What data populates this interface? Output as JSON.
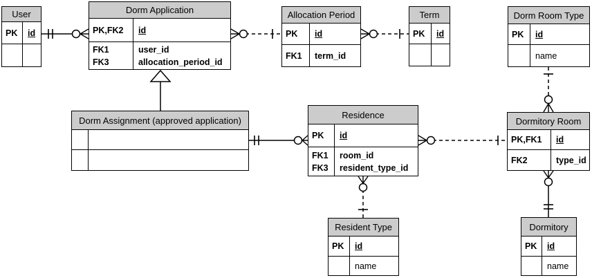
{
  "diagram": {
    "type": "entity-relationship-diagram",
    "notation": "crow's foot",
    "background_color": "#ffffff",
    "entity_header_color": "#cccccc",
    "line_color": "#000000"
  },
  "entities": [
    {
      "name": "User",
      "rows": [
        {
          "key": "PK",
          "field": "id"
        },
        {
          "key": "",
          "field": ""
        }
      ]
    },
    {
      "name": "Dorm Application",
      "rows": [
        {
          "key": "PK,FK2",
          "field": "id"
        },
        {
          "key": "FK1\nFK3",
          "field": "user_id\nallocation_period_id"
        }
      ]
    },
    {
      "name": "Allocation Period",
      "rows": [
        {
          "key": "PK",
          "field": "id"
        },
        {
          "key": "FK1",
          "field": "term_id"
        }
      ]
    },
    {
      "name": "Term",
      "rows": [
        {
          "key": "PK",
          "field": "id"
        },
        {
          "key": "",
          "field": ""
        }
      ]
    },
    {
      "name": "Dorm Room Type",
      "rows": [
        {
          "key": "PK",
          "field": "id"
        },
        {
          "key": "",
          "field": "name"
        }
      ]
    },
    {
      "name": "Dorm Assignment (approved application)",
      "rows": [
        {
          "key": "",
          "field": ""
        },
        {
          "key": "",
          "field": ""
        }
      ]
    },
    {
      "name": "Residence",
      "rows": [
        {
          "key": "PK",
          "field": "id"
        },
        {
          "key": "FK1\nFK3",
          "field": "room_id\nresident_type_id"
        }
      ]
    },
    {
      "name": "Dormitory Room",
      "rows": [
        {
          "key": "PK,FK1",
          "field": "id"
        },
        {
          "key": "FK2",
          "field": "type_id"
        }
      ]
    },
    {
      "name": "Resident Type",
      "rows": [
        {
          "key": "PK",
          "field": "id"
        },
        {
          "key": "",
          "field": "name"
        }
      ]
    },
    {
      "name": "Dormitory",
      "rows": [
        {
          "key": "PK",
          "field": "id"
        },
        {
          "key": "",
          "field": "name"
        }
      ]
    }
  ],
  "relationships": [
    {
      "from": "User",
      "to": "Dorm Application",
      "from_cardinality": "one-and-only-one",
      "to_cardinality": "zero-or-many",
      "line_style": "solid"
    },
    {
      "from": "Allocation Period",
      "to": "Dorm Application",
      "from_cardinality": "one",
      "to_cardinality": "zero-or-many",
      "line_style": "dashed"
    },
    {
      "from": "Term",
      "to": "Allocation Period",
      "from_cardinality": "one",
      "to_cardinality": "zero-or-many",
      "line_style": "dashed"
    },
    {
      "from": "Dorm Room Type",
      "to": "Dormitory Room",
      "from_cardinality": "one",
      "to_cardinality": "zero-or-many",
      "line_style": "dashed"
    },
    {
      "from": "Dorm Assignment (approved application)",
      "to": "Residence",
      "from_cardinality": "one-and-only-one",
      "to_cardinality": "zero-or-many",
      "line_style": "solid"
    },
    {
      "from": "Dormitory Room",
      "to": "Residence",
      "from_cardinality": "one",
      "to_cardinality": "zero-or-many",
      "line_style": "dashed"
    },
    {
      "from": "Resident Type",
      "to": "Residence",
      "from_cardinality": "one",
      "to_cardinality": "zero-or-many",
      "line_style": "dashed"
    },
    {
      "from": "Dormitory",
      "to": "Dormitory Room",
      "from_cardinality": "one-and-only-one",
      "to_cardinality": "zero-or-many",
      "line_style": "solid"
    },
    {
      "type": "inheritance",
      "parent": "Dorm Application",
      "child": "Dorm Assignment (approved application)"
    }
  ]
}
